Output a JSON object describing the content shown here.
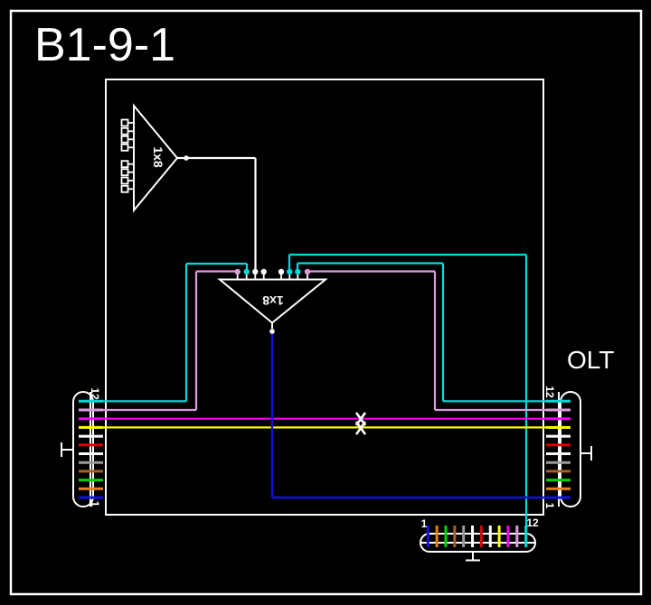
{
  "title": "B1-9-1",
  "olt_label": "OLT",
  "splitters": {
    "top": {
      "label": "1x8",
      "ports": 8
    },
    "middle": {
      "label": "1x8",
      "ports": 8
    }
  },
  "connectors": {
    "left": {
      "top_label": "12",
      "bottom_label": "1",
      "fiber_count": 12
    },
    "right": {
      "top_label": "12",
      "bottom_label": "1",
      "fiber_count": 12
    },
    "bottom": {
      "left_label": "1",
      "right_label": "12",
      "fiber_count": 12
    }
  },
  "fiber_names": [
    "blue",
    "orange",
    "green",
    "brown",
    "slate",
    "white",
    "red",
    "black",
    "yellow",
    "violet",
    "rose",
    "aqua"
  ],
  "fiber_colors": [
    "#1010E0",
    "#E68219",
    "#00D200",
    "#A85E2A",
    "#9A9A9A",
    "#FFFFFF",
    "#DD0000",
    "#FFFFFF",
    "#FFFF00",
    "#F000F0",
    "#DC9CDC",
    "#00D9D9"
  ],
  "wire_colors": {
    "aqua": "#00D9D9",
    "rose": "#DC9CDC",
    "violet": "#F000F0",
    "yellow": "#FFFF00",
    "blue": "#1010E0",
    "white": "#FFFFFF"
  },
  "break_marks": {
    "symbol": "X",
    "count": 2,
    "on_fibers": "violet and yellow"
  }
}
